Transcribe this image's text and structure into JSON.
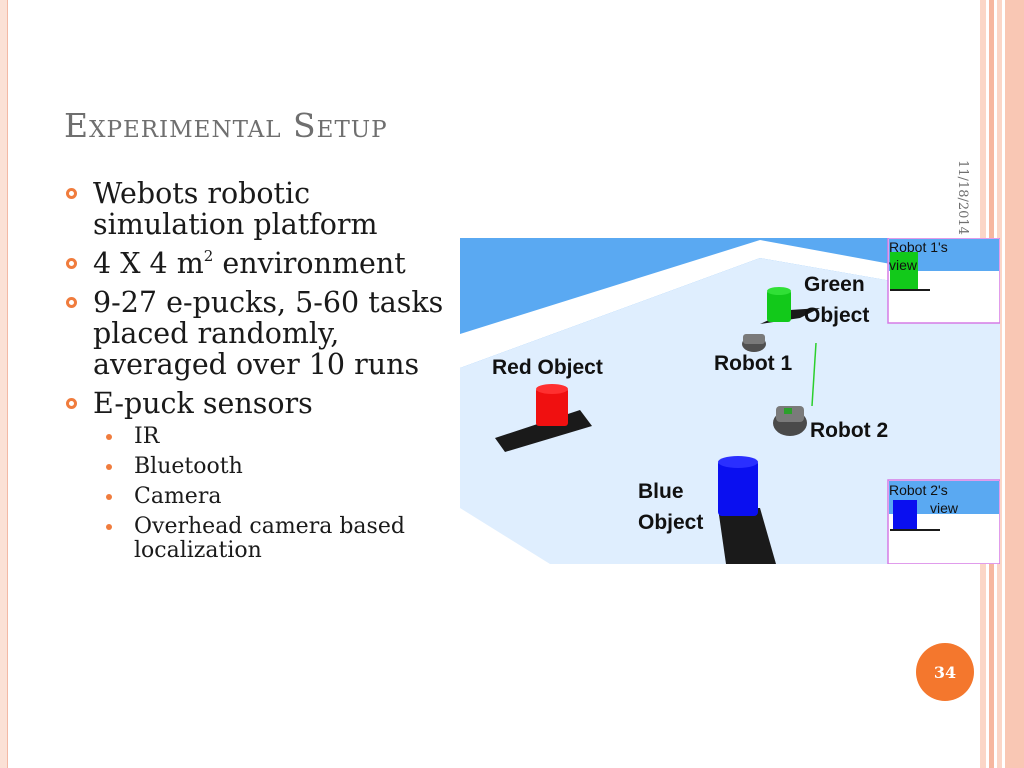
{
  "slide": {
    "title": "Experimental Setup",
    "date": "11/18/2014",
    "page_number": "34"
  },
  "bullets": [
    {
      "text": "Webots robotic simulation platform"
    },
    {
      "text_before_sup": "4 X 4 m",
      "sup": "2",
      "text_after_sup": " environment"
    },
    {
      "text": "9-27 e-pucks, 5-60 tasks placed randomly, averaged over 10 runs"
    },
    {
      "text": "E-puck sensors"
    }
  ],
  "sub_bullets": [
    {
      "text": "IR"
    },
    {
      "text": "Bluetooth"
    },
    {
      "text": "Camera"
    },
    {
      "text": "Overhead camera based localization"
    }
  ],
  "simulation": {
    "labels": {
      "green_object_line1": "Green",
      "green_object_line2": "Object",
      "red_object": "Red Object",
      "robot1": "Robot 1",
      "robot2": "Robot 2",
      "blue_object_line1": "Blue",
      "blue_object_line2": "Object",
      "robot1_view_line1": "Robot 1's",
      "robot1_view_line2": "view",
      "robot2_view_line1": "Robot 2's",
      "robot2_view_line2": "view"
    },
    "colors": {
      "sky": "#5aa9f2",
      "floor": "#dfeefe",
      "wall": "#ffffff",
      "green_object": "#12c91a",
      "red_object": "#f01010",
      "blue_object": "#0a0ff0",
      "shadow": "#1a1a1a",
      "inset_border": "#d67be6"
    }
  },
  "theme": {
    "accent": "#f4772d",
    "title_color": "#6f6f6f"
  }
}
